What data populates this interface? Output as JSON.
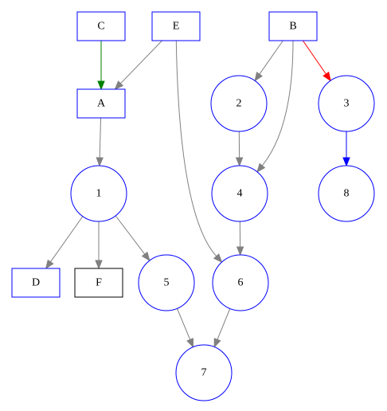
{
  "colors": {
    "node_border": "#0000ff",
    "node_border_black": "#000000",
    "edge_default": "#808080",
    "edge_green": "#008000",
    "edge_red": "#ff0000",
    "edge_blue": "#0000ff"
  },
  "nodes": [
    {
      "id": "C",
      "label": "C",
      "shape": "box",
      "border": "node_border"
    },
    {
      "id": "E",
      "label": "E",
      "shape": "box",
      "border": "node_border"
    },
    {
      "id": "B",
      "label": "B",
      "shape": "box",
      "border": "node_border"
    },
    {
      "id": "A",
      "label": "A",
      "shape": "box",
      "border": "node_border"
    },
    {
      "id": "n2",
      "label": "2",
      "shape": "circle",
      "border": "node_border"
    },
    {
      "id": "n3",
      "label": "3",
      "shape": "circle",
      "border": "node_border"
    },
    {
      "id": "n1",
      "label": "1",
      "shape": "circle",
      "border": "node_border"
    },
    {
      "id": "n4",
      "label": "4",
      "shape": "circle",
      "border": "node_border"
    },
    {
      "id": "n8",
      "label": "8",
      "shape": "circle",
      "border": "node_border"
    },
    {
      "id": "D",
      "label": "D",
      "shape": "box",
      "border": "node_border"
    },
    {
      "id": "F",
      "label": "F",
      "shape": "box",
      "border": "node_border_black"
    },
    {
      "id": "n5",
      "label": "5",
      "shape": "circle",
      "border": "node_border"
    },
    {
      "id": "n6",
      "label": "6",
      "shape": "circle",
      "border": "node_border"
    },
    {
      "id": "n7",
      "label": "7",
      "shape": "circle",
      "border": "node_border"
    }
  ],
  "edges": [
    {
      "from": "C",
      "to": "A",
      "color": "edge_green"
    },
    {
      "from": "E",
      "to": "A",
      "color": "edge_default"
    },
    {
      "from": "E",
      "to": "n6",
      "color": "edge_default"
    },
    {
      "from": "B",
      "to": "n2",
      "color": "edge_default"
    },
    {
      "from": "B",
      "to": "n4",
      "color": "edge_default"
    },
    {
      "from": "B",
      "to": "n3",
      "color": "edge_red"
    },
    {
      "from": "A",
      "to": "n1",
      "color": "edge_default"
    },
    {
      "from": "n2",
      "to": "n4",
      "color": "edge_default"
    },
    {
      "from": "n3",
      "to": "n8",
      "color": "edge_blue"
    },
    {
      "from": "n1",
      "to": "D",
      "color": "edge_default"
    },
    {
      "from": "n1",
      "to": "F",
      "color": "edge_default"
    },
    {
      "from": "n1",
      "to": "n5",
      "color": "edge_default"
    },
    {
      "from": "n4",
      "to": "n6",
      "color": "edge_default"
    },
    {
      "from": "n5",
      "to": "n7",
      "color": "edge_default"
    },
    {
      "from": "n6",
      "to": "n7",
      "color": "edge_default"
    }
  ]
}
